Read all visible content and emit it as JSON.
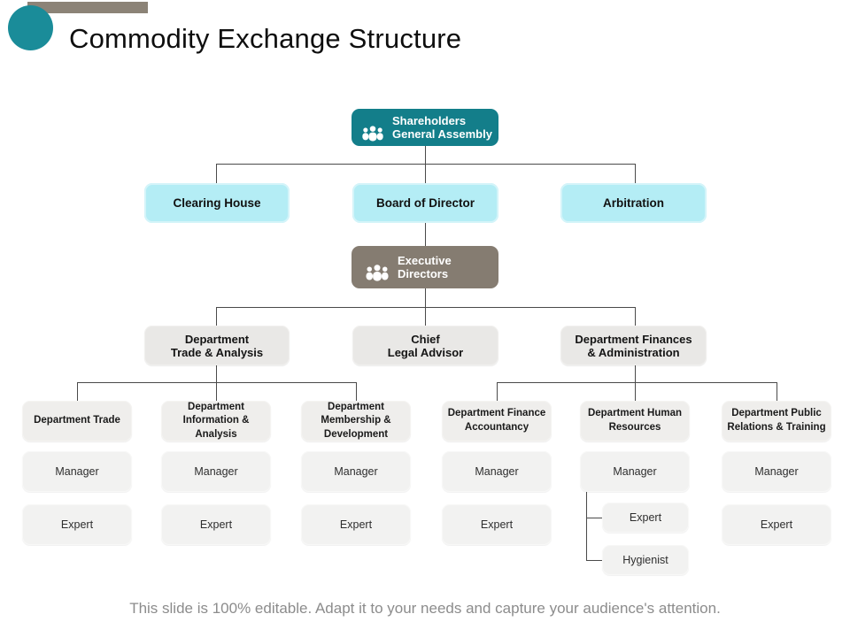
{
  "slide": {
    "title": "Commodity Exchange Structure",
    "footer": "This slide is 100% editable. Adapt it to your needs and capture your audience's attention."
  },
  "colors": {
    "teal_accent": "#137E8A",
    "teal_circle": "#1A8C99",
    "taupe": "#857C71",
    "decor_bar_gray": "#8C8377",
    "cyan_box": "#B4EDF5",
    "gray_box": "#E9E8E6",
    "role_box": "#F2F2F1",
    "connector": "#4A4A4A",
    "footer_text": "#8C8C8C"
  },
  "org": {
    "level1": {
      "label": "Shareholders\nGeneral Assembly",
      "icon": "people-group-icon"
    },
    "level2": [
      {
        "label": "Clearing House"
      },
      {
        "label": "Board of Director"
      },
      {
        "label": "Arbitration"
      }
    ],
    "level3": {
      "label": "Executive\nDirectors",
      "icon": "people-group-icon"
    },
    "level4": [
      {
        "label": "Department\nTrade & Analysis"
      },
      {
        "label": "Chief\nLegal Advisor"
      },
      {
        "label": "Department Finances\n& Administration"
      }
    ],
    "departments": [
      {
        "label": "Department Trade",
        "manager": "Manager",
        "expert": "Expert"
      },
      {
        "label": "Department\nInformation &\nAnalysis",
        "manager": "Manager",
        "expert": "Expert"
      },
      {
        "label": "Department\nMembership &\nDevelopment",
        "manager": "Manager",
        "expert": "Expert"
      },
      {
        "label": "Department Finance\nAccountancy",
        "manager": "Manager",
        "expert": "Expert"
      },
      {
        "label": "Department Human\nResources",
        "manager": "Manager",
        "staff": [
          "Expert",
          "Hygienist"
        ]
      },
      {
        "label": "Department Public\nRelations & Training",
        "manager": "Manager",
        "expert": "Expert"
      }
    ]
  }
}
